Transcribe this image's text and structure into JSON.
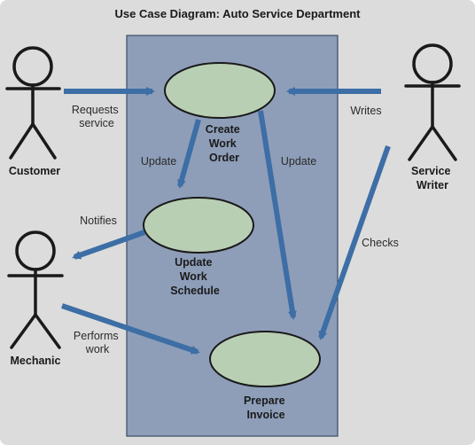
{
  "title": "Use Case Diagram: Auto Service Department",
  "colors": {
    "background": "#dcdcdc",
    "system_boundary": "#8e9eb9",
    "use_case_fill": "#b9cfb4",
    "arrow": "#3d6ea5",
    "stroke": "#1a1a1a"
  },
  "actors": {
    "customer": {
      "label_lines": [
        "Customer"
      ]
    },
    "service_writer": {
      "label_lines": [
        "Service",
        "Writer"
      ]
    },
    "mechanic": {
      "label_lines": [
        "Mechanic"
      ]
    }
  },
  "use_cases": {
    "create_work_order": {
      "label_lines": [
        "Create",
        "Work",
        "Order"
      ]
    },
    "update_work_schedule": {
      "label_lines": [
        "Update",
        "Work",
        "Schedule"
      ]
    },
    "prepare_invoice": {
      "label_lines": [
        "Prepare",
        "Invoice"
      ]
    }
  },
  "relations": {
    "requests_service": {
      "label_lines": [
        "Requests",
        "service"
      ]
    },
    "writes": {
      "label_lines": [
        "Writes"
      ]
    },
    "update_schedule": {
      "label_lines": [
        "Update"
      ]
    },
    "update_invoice": {
      "label_lines": [
        "Update"
      ]
    },
    "checks": {
      "label_lines": [
        "Checks"
      ]
    },
    "notifies": {
      "label_lines": [
        "Notifies"
      ]
    },
    "performs_work": {
      "label_lines": [
        "Performs",
        "work"
      ]
    }
  }
}
